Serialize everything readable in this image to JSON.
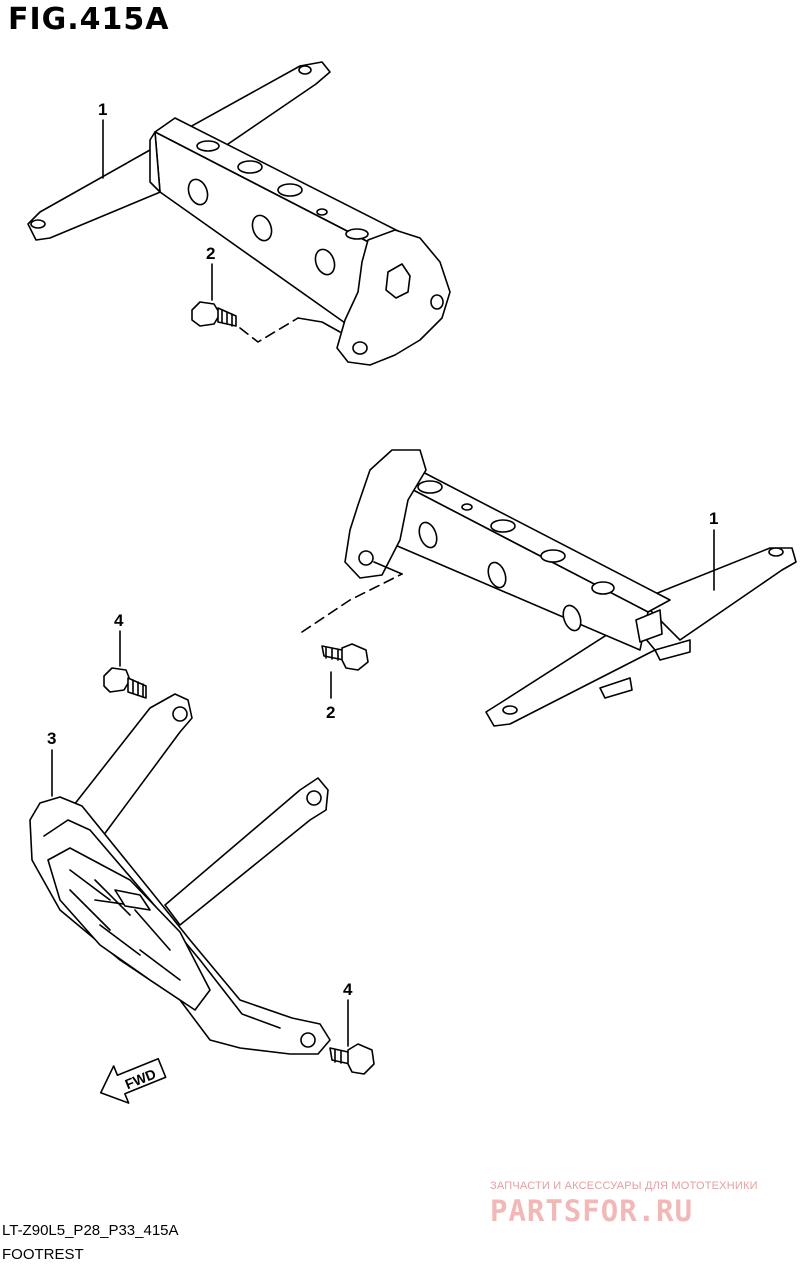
{
  "figure": {
    "title": "FIG.415A",
    "code": "LT-Z90L5_P28_P33_415A",
    "name": "FOOTREST"
  },
  "callouts": [
    {
      "id": "upper-bracket",
      "label": "1"
    },
    {
      "id": "upper-bolt",
      "label": "2"
    },
    {
      "id": "lower-bracket",
      "label": "1"
    },
    {
      "id": "lower-bolt",
      "label": "2"
    },
    {
      "id": "guard",
      "label": "3"
    },
    {
      "id": "guard-bolt-top",
      "label": "4"
    },
    {
      "id": "guard-bolt-bottom",
      "label": "4"
    }
  ],
  "arrow": {
    "label": "FWD"
  },
  "watermark": {
    "tagline": "ЗАПЧАСТИ И АКСЕССУАРЫ ДЛЯ МОТОТЕХНИКИ",
    "brand": "PARTSFOR.RU"
  }
}
